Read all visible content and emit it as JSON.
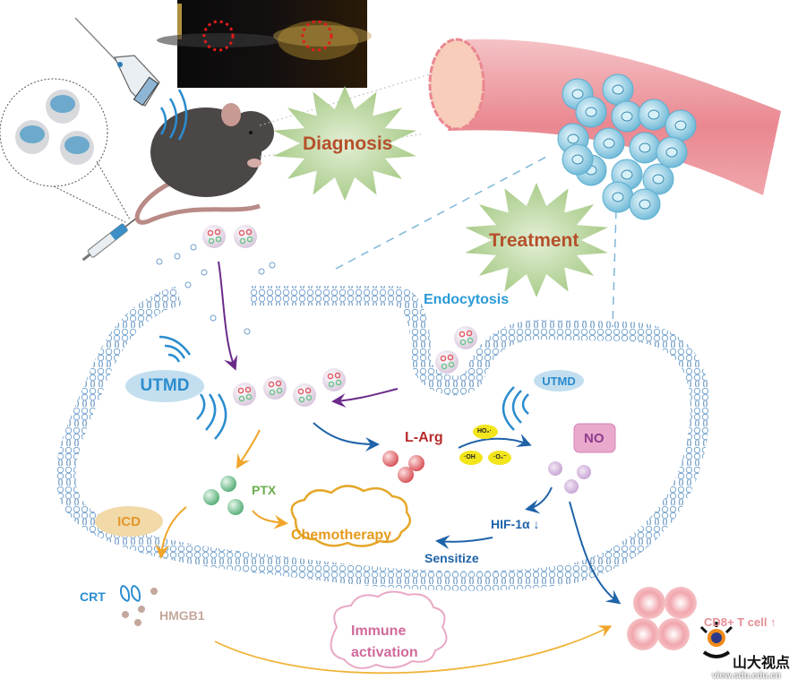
{
  "figure": {
    "title_stages": {
      "diagnosis": "Diagnosis",
      "treatment": "Treatment"
    },
    "labels": {
      "endocytosis": "Endocytosis",
      "utmd_left": "UTMD",
      "utmd_right": "UTMD",
      "l_arg": "L-Arg",
      "no": "NO",
      "ho2": "HO₂·",
      "oh": "·OH",
      "o2": "·O₂⁻",
      "ptx": "PTX",
      "icd": "ICD",
      "chemotherapy": "Chemotherapy",
      "hif": "HIF-1α ↓",
      "sensitize": "Sensitize",
      "crt": "CRT",
      "hmgb1": "HMGB1",
      "immune_line1": "Immune",
      "immune_line2": "activation",
      "cd8": "CD8+ T cell ↑"
    },
    "watermark": {
      "name": "山大视点",
      "url": "view.sdu.edu.cn"
    },
    "colors": {
      "membrane": "#4a8fc7",
      "utmd_text": "#2b8ccf",
      "l_arg": "#b82b2b",
      "no_text": "#8e3d8e",
      "ptx": "#6aad4f",
      "icd": "#e3962a",
      "chemo": "#e59a1c",
      "hif": "#1f63a8",
      "hmgb1": "#c4a89c",
      "immune": "#d06a9b",
      "cd8": "#e48e96",
      "star_fill": "#a9cc8a",
      "star_text": "#b5502b",
      "vessel": "#ec8a92",
      "tumor": "#8ccbe3",
      "ros_yellow": "#f2e51c",
      "purple_arrow": "#6b2a8a",
      "blue_arrow": "#1f63a8"
    }
  }
}
